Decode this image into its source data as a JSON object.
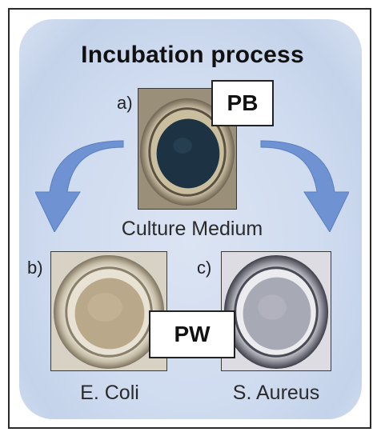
{
  "title": "Incubation process",
  "sample_a": {
    "letter": "a)",
    "tag": "PB",
    "caption": "Culture Medium"
  },
  "sample_b": {
    "letter": "b)",
    "caption": "E. Coli"
  },
  "sample_c": {
    "letter": "c)",
    "caption": "S. Aureus"
  },
  "shared_tag": "PW",
  "colors": {
    "arrow": "#6f93d2",
    "panel": "#cfdbef",
    "well_dark": "#1d3344",
    "well_tan": "#b9a98a",
    "well_grey": "#a7a9b4"
  }
}
